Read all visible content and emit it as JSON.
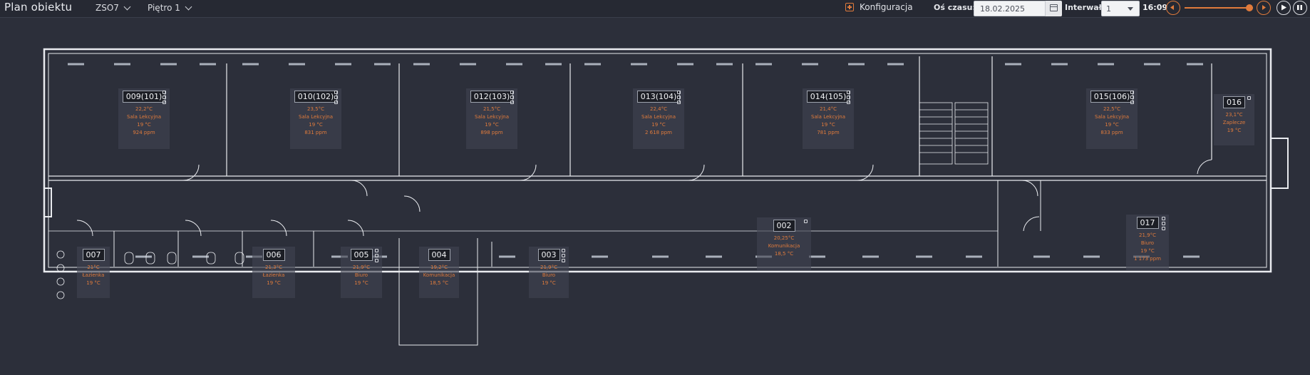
{
  "header": {
    "title": "Plan obiektu",
    "building": "ZSO7",
    "floor": "Piętro 1",
    "config_label": "Konfiguracja",
    "axis_label": "Oś czasu:",
    "date_value": "18.02.2025",
    "interval_label": "Interwał:",
    "interval_value": "1",
    "time": "16:09",
    "timeline_position_pct": 93,
    "accent_color": "#e07b3c"
  },
  "rooms": [
    {
      "name": "009(101)",
      "temp": "22,2°C",
      "type": "Sala Lekcyjna",
      "setpoint": "19 °C",
      "co2": "924 ppm"
    },
    {
      "name": "010(102)",
      "temp": "23,5°C",
      "type": "Sala Lekcyjna",
      "setpoint": "19 °C",
      "co2": "831 ppm"
    },
    {
      "name": "012(103)",
      "temp": "21,5°C",
      "type": "Sala Lekcyjna",
      "setpoint": "19 °C",
      "co2": "898 ppm"
    },
    {
      "name": "013(104)",
      "temp": "22,4°C",
      "type": "Sala Lekcyjna",
      "setpoint": "19 °C",
      "co2": "2 618 ppm"
    },
    {
      "name": "014(105)",
      "temp": "21,4°C",
      "type": "Sala Lekcyjna",
      "setpoint": "19 °C",
      "co2": "781 ppm"
    },
    {
      "name": "015(106)",
      "temp": "22,5°C",
      "type": "Sala Lekcyjna",
      "setpoint": "19 °C",
      "co2": "833 ppm"
    },
    {
      "name": "016",
      "temp": "23,1°C",
      "type": "Zaplecze",
      "setpoint": "19 °C"
    },
    {
      "name": "002",
      "temp": "20,25°C",
      "type": "Komunikacja",
      "setpoint": "18,5 °C"
    },
    {
      "name": "017",
      "temp": "21,9°C",
      "type": "Biuro",
      "setpoint": "19 °C",
      "co2": "1 173 ppm"
    },
    {
      "name": "007",
      "temp": "21°C",
      "type": "Łazienka",
      "setpoint": "19 °C"
    },
    {
      "name": "006",
      "temp": "21,3°C",
      "type": "Łazienka",
      "setpoint": "19 °C"
    },
    {
      "name": "005",
      "temp": "21,9°C",
      "type": "Biuro",
      "setpoint": "19 °C"
    },
    {
      "name": "004",
      "temp": "19,2°C",
      "type": "Komunikacja",
      "setpoint": "18,5 °C"
    },
    {
      "name": "003",
      "temp": "21,9°C",
      "type": "Biuro",
      "setpoint": "19 °C"
    }
  ]
}
